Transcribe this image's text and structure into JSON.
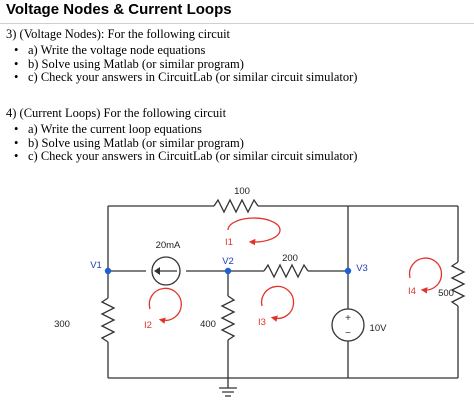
{
  "title": "Voltage Nodes & Current Loops",
  "problem3": {
    "heading": "3)  (Voltage Nodes):  For the following circuit",
    "items": [
      "a)  Write the voltage node equations",
      "b)  Solve using Matlab (or similar program)",
      "c)  Check your answers in CircuitLab (or similar circuit simulator)"
    ]
  },
  "problem4": {
    "heading": "4) (Current Loops)  For the following circuit",
    "items": [
      "a)  Write the current loop equations",
      "b)  Solve using Matlab (or similar program)",
      "c)  Check your answers in CircuitLab (or similar circuit simulator)"
    ]
  },
  "circuit": {
    "r_top": "100",
    "r_mid": "200",
    "r_left": "300",
    "r_center": "400",
    "r_right": "500",
    "current_source": "20mA",
    "voltage_source": "10V",
    "nodes": {
      "v1": "V1",
      "v2": "V2",
      "v3": "V3"
    },
    "loops": {
      "i1": "I1",
      "i2": "I2",
      "i3": "I3",
      "i4": "I4"
    },
    "plus_sign": "+",
    "minus_sign": "−",
    "colors": {
      "wire": "#333333",
      "node": "#1f5fd6",
      "loop": "#e2332b",
      "label": "#1f3fb5"
    }
  }
}
